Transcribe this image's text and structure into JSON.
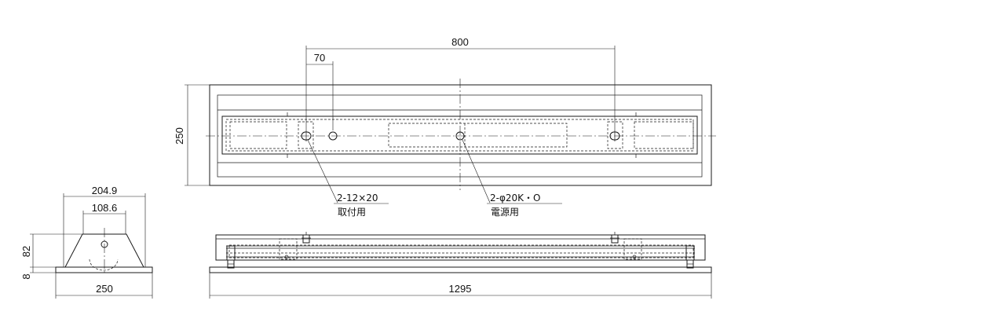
{
  "plan": {
    "dim_800": "800",
    "dim_70": "70",
    "dim_250": "250",
    "callout_mount_spec": "2-12×20",
    "callout_mount_label": "取付用",
    "callout_power_spec": "2-φ20K・O",
    "callout_power_label": "電源用"
  },
  "side": {
    "dim_204_9": "204.9",
    "dim_108_6": "108.6",
    "dim_82": "82",
    "dim_8": "8",
    "dim_250": "250"
  },
  "front": {
    "dim_1295": "1295"
  }
}
